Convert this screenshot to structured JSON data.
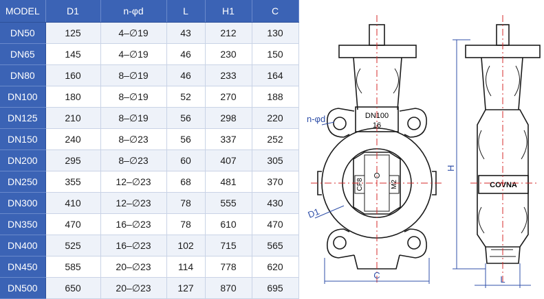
{
  "table": {
    "headers": [
      "MODEL",
      "D1",
      "n-φd",
      "L",
      "H1",
      "C"
    ],
    "rows": [
      [
        "DN50",
        "125",
        "4–∅19",
        "43",
        "212",
        "130"
      ],
      [
        "DN65",
        "145",
        "4–∅19",
        "46",
        "230",
        "150"
      ],
      [
        "DN80",
        "160",
        "8–∅19",
        "46",
        "233",
        "164"
      ],
      [
        "DN100",
        "180",
        "8–∅19",
        "52",
        "270",
        "188"
      ],
      [
        "DN125",
        "210",
        "8–∅19",
        "56",
        "298",
        "220"
      ],
      [
        "DN150",
        "240",
        "8–∅23",
        "56",
        "337",
        "252"
      ],
      [
        "DN200",
        "295",
        "8–∅23",
        "60",
        "407",
        "305"
      ],
      [
        "DN250",
        "355",
        "12–∅23",
        "68",
        "481",
        "370"
      ],
      [
        "DN300",
        "410",
        "12–∅23",
        "78",
        "555",
        "430"
      ],
      [
        "DN350",
        "470",
        "16–∅23",
        "78",
        "610",
        "470"
      ],
      [
        "DN400",
        "525",
        "16–∅23",
        "102",
        "715",
        "565"
      ],
      [
        "DN450",
        "585",
        "20–∅23",
        "114",
        "778",
        "620"
      ],
      [
        "DN500",
        "650",
        "20–∅23",
        "127",
        "870",
        "695"
      ]
    ]
  },
  "drawing": {
    "front": {
      "label_size": "DN100",
      "label_pressure": "16",
      "disc_mark_left": "CF8",
      "disc_mark_right": "M2",
      "dim_nd": "n-φd",
      "dim_d1": "D1",
      "dim_c": "C"
    },
    "side": {
      "brand": "COVNA",
      "dim_h": "H",
      "dim_l": "L"
    },
    "colors": {
      "header_bg": "#3b63b5",
      "dimension": "#2f4fa8",
      "centerline": "#d62a2a"
    }
  }
}
